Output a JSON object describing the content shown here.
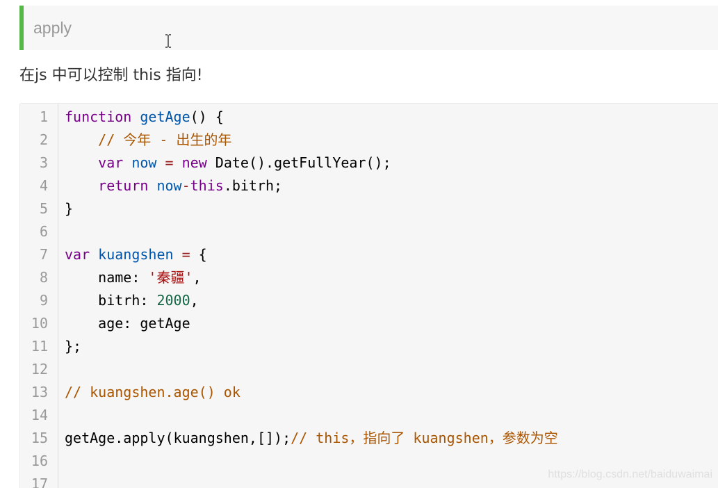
{
  "quote": {
    "text": "apply"
  },
  "paragraph": {
    "text": "在js 中可以控制 this 指向!"
  },
  "code": {
    "line_numbers": [
      "1",
      "2",
      "3",
      "4",
      "5",
      "6",
      "7",
      "8",
      "9",
      "10",
      "11",
      "12",
      "13",
      "14",
      "15",
      "16",
      "17"
    ],
    "lines": [
      [
        {
          "t": "function",
          "c": "kw"
        },
        {
          "t": " ",
          "c": "plain"
        },
        {
          "t": "getAge",
          "c": "def"
        },
        {
          "t": "() {",
          "c": "plain"
        }
      ],
      [
        {
          "t": "    ",
          "c": "plain"
        },
        {
          "t": "// 今年 - 出生的年",
          "c": "com"
        }
      ],
      [
        {
          "t": "    ",
          "c": "plain"
        },
        {
          "t": "var",
          "c": "kw"
        },
        {
          "t": " ",
          "c": "plain"
        },
        {
          "t": "now",
          "c": "def"
        },
        {
          "t": " ",
          "c": "plain"
        },
        {
          "t": "=",
          "c": "op"
        },
        {
          "t": " ",
          "c": "plain"
        },
        {
          "t": "new",
          "c": "kw"
        },
        {
          "t": " Date().getFullYear();",
          "c": "plain"
        }
      ],
      [
        {
          "t": "    ",
          "c": "plain"
        },
        {
          "t": "return",
          "c": "kw"
        },
        {
          "t": " ",
          "c": "plain"
        },
        {
          "t": "now",
          "c": "def"
        },
        {
          "t": "-",
          "c": "op"
        },
        {
          "t": "this",
          "c": "kw"
        },
        {
          "t": ".bitrh;",
          "c": "plain"
        }
      ],
      [
        {
          "t": "}",
          "c": "plain"
        }
      ],
      [],
      [
        {
          "t": "var",
          "c": "kw"
        },
        {
          "t": " ",
          "c": "plain"
        },
        {
          "t": "kuangshen",
          "c": "def"
        },
        {
          "t": " ",
          "c": "plain"
        },
        {
          "t": "=",
          "c": "op"
        },
        {
          "t": " {",
          "c": "plain"
        }
      ],
      [
        {
          "t": "    name: ",
          "c": "plain"
        },
        {
          "t": "'秦疆'",
          "c": "str"
        },
        {
          "t": ",",
          "c": "plain"
        }
      ],
      [
        {
          "t": "    bitrh: ",
          "c": "plain"
        },
        {
          "t": "2000",
          "c": "num"
        },
        {
          "t": ",",
          "c": "plain"
        }
      ],
      [
        {
          "t": "    age: getAge",
          "c": "plain"
        }
      ],
      [
        {
          "t": "};",
          "c": "plain"
        }
      ],
      [],
      [
        {
          "t": "// kuangshen.age() ok",
          "c": "com"
        }
      ],
      [],
      [
        {
          "t": "getAge.apply(kuangshen,[]);",
          "c": "plain"
        },
        {
          "t": "// this，指向了 kuangshen，参数为空",
          "c": "com"
        }
      ],
      [],
      []
    ]
  },
  "watermark": {
    "text": "https://blog.csdn.net/baiduwaimai"
  },
  "colors": {
    "accent_bar": "#56b849",
    "code_background": "#f6f6f6"
  },
  "icons": {
    "cursor": "text-cursor-icon"
  }
}
